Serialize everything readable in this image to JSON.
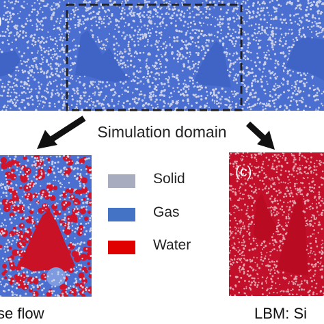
{
  "labels": {
    "top_panel_letter": ")",
    "domain_label": "Simulation domain",
    "panel_c_letter": "(c)",
    "caption_left": "se flow",
    "caption_right": "LBM: Si"
  },
  "legend": [
    {
      "label": "Solid",
      "color": "#a7adbe"
    },
    {
      "label": "Gas",
      "color": "#4472c4"
    },
    {
      "label": "Water",
      "color": "#e00000"
    }
  ],
  "colors": {
    "gas": "#4b6fd0",
    "solid_grain": "#c9cfe6",
    "water": "#d2142b",
    "water_panel_c": "#c3102a",
    "arrow": "#111111",
    "domain_box": "#222222"
  }
}
